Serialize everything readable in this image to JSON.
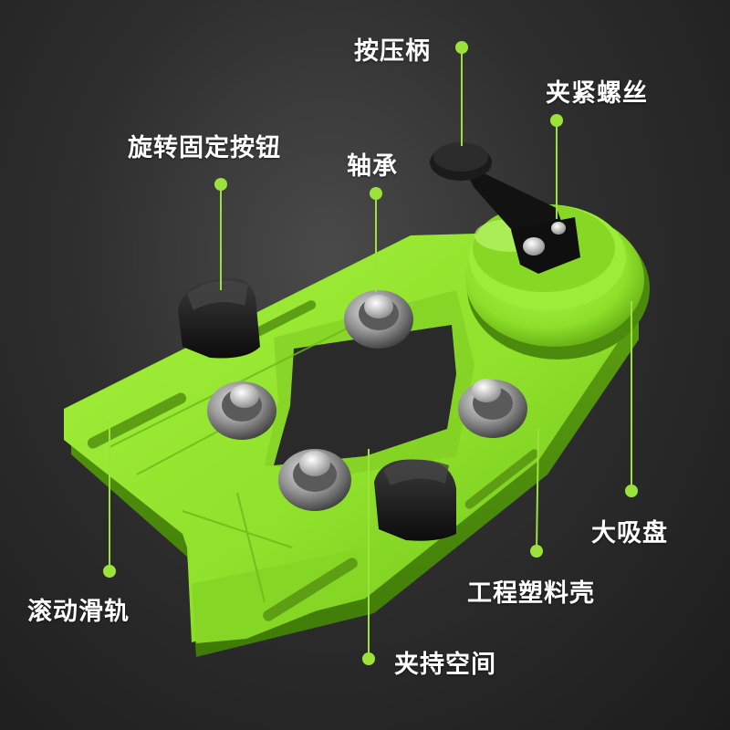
{
  "labels": {
    "press_handle": "按压柄",
    "clamp_screw": "夹紧螺丝",
    "rotate_knob": "旋转固定按钮",
    "bearing": "轴承",
    "suction_cup": "大吸盘",
    "plastic_shell": "工程塑料壳",
    "slide_rail": "滚动滑轨",
    "clamp_space": "夹持空间"
  },
  "colors": {
    "body_green": "#8ee02a",
    "label_dot": "#9be33a",
    "label_text": "#ffffff",
    "knob_black": "#1a1a1a"
  }
}
